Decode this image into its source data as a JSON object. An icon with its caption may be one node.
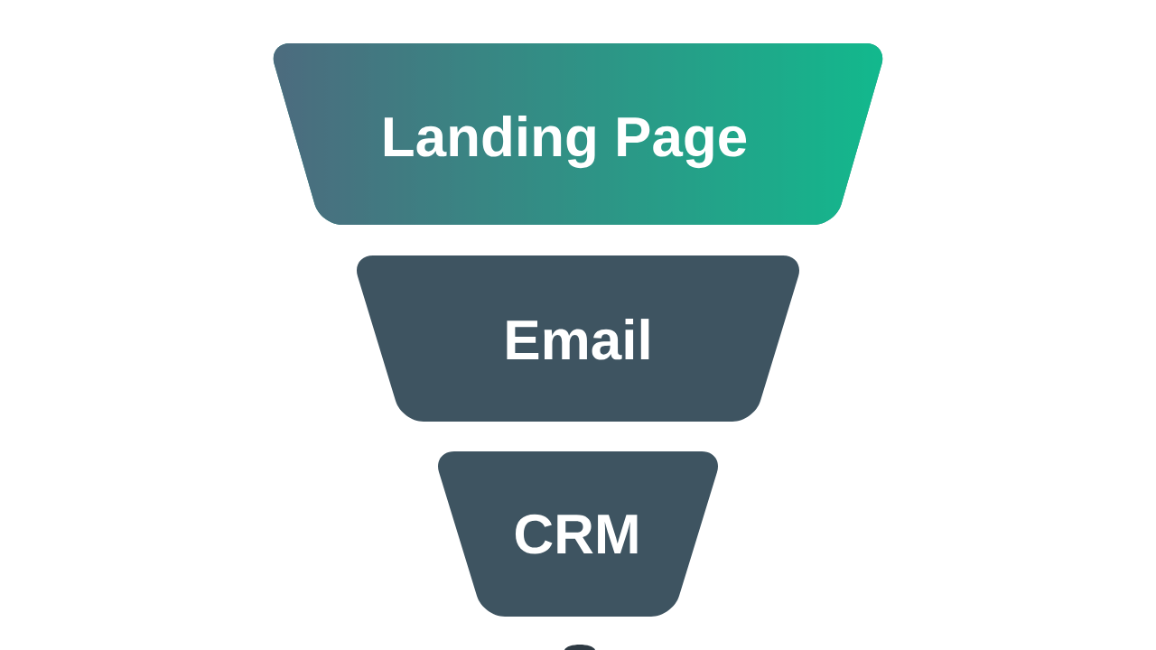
{
  "diagram": {
    "nodes": [
      {
        "text": [
          "Landing Page"
        ]
      },
      {
        "text": [
          "Email"
        ]
      },
      {
        "text": [
          "CRM"
        ]
      }
    ]
  }
}
